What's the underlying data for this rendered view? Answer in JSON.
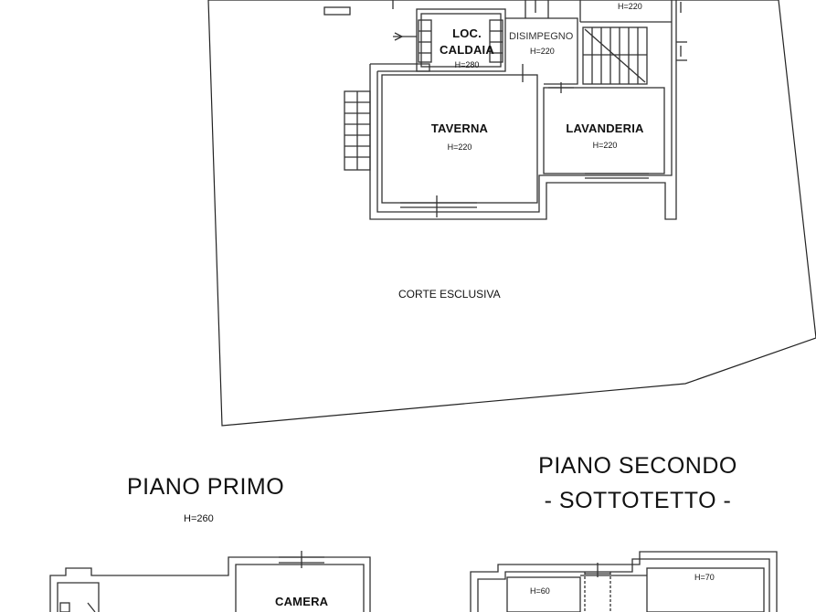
{
  "plan": {
    "ground_floor": {
      "rooms": {
        "caldaia": {
          "line1": "LOC.",
          "line2": "CALDAIA",
          "height": "H=280"
        },
        "disimpegno": {
          "label": "DISIMPEGNO",
          "height": "H=220"
        },
        "taverna": {
          "label": "TAVERNA",
          "height": "H=220"
        },
        "lavanderia": {
          "label": "LAVANDERIA",
          "height": "H=220"
        },
        "top_right_height": "H=220"
      },
      "court_label": "CORTE ESCLUSIVA"
    },
    "first_floor": {
      "title": "PIANO PRIMO",
      "height": "H=260",
      "rooms": {
        "camera": "CAMERA"
      }
    },
    "second_floor": {
      "title_line1": "PIANO SECONDO",
      "title_line2": "- SOTTOTETTO -",
      "heights": {
        "left": "H=60",
        "right": "H=70"
      }
    }
  },
  "colors": {
    "line": "#222222",
    "wall": "#333333",
    "background": "#ffffff"
  }
}
